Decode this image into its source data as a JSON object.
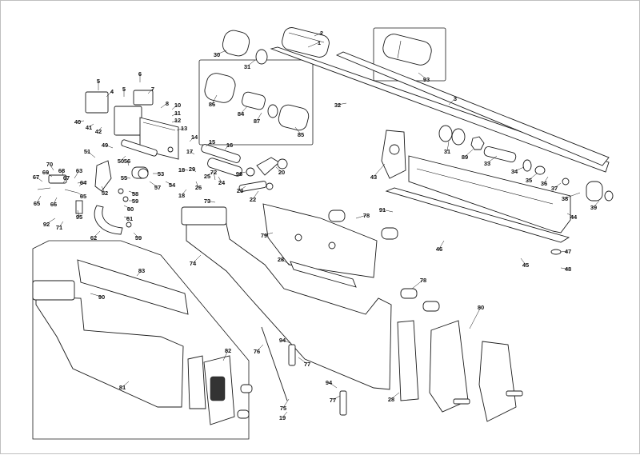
{
  "diagram": {
    "labels": [
      "1",
      "2",
      "3",
      "4",
      "5",
      "5",
      "6",
      "7",
      "8",
      "10",
      "11",
      "12",
      "13",
      "14",
      "15",
      "16",
      "17",
      "18",
      "18",
      "20",
      "22",
      "23",
      "24",
      "25",
      "26",
      "28",
      "28",
      "29",
      "30",
      "31",
      "31",
      "32",
      "33",
      "34",
      "35",
      "36",
      "37",
      "38",
      "39",
      "40",
      "41",
      "42",
      "43",
      "44",
      "45",
      "46",
      "47",
      "48",
      "49",
      "50",
      "51",
      "52",
      "53",
      "54",
      "55",
      "56",
      "57",
      "58",
      "59",
      "59",
      "60",
      "61",
      "62",
      "63",
      "64",
      "65",
      "65",
      "66",
      "67",
      "67",
      "68",
      "69",
      "70",
      "71",
      "72",
      "73",
      "74",
      "75",
      "76",
      "77",
      "77",
      "78",
      "78",
      "79",
      "80",
      "81",
      "82",
      "83",
      "84",
      "85",
      "86",
      "87",
      "89",
      "90",
      "91",
      "92",
      "93",
      "94",
      "94",
      "95",
      "96",
      "19"
    ]
  },
  "colors": {
    "line": "#1a1a1a",
    "paper": "#ffffff",
    "border": "#bfbfbf"
  }
}
